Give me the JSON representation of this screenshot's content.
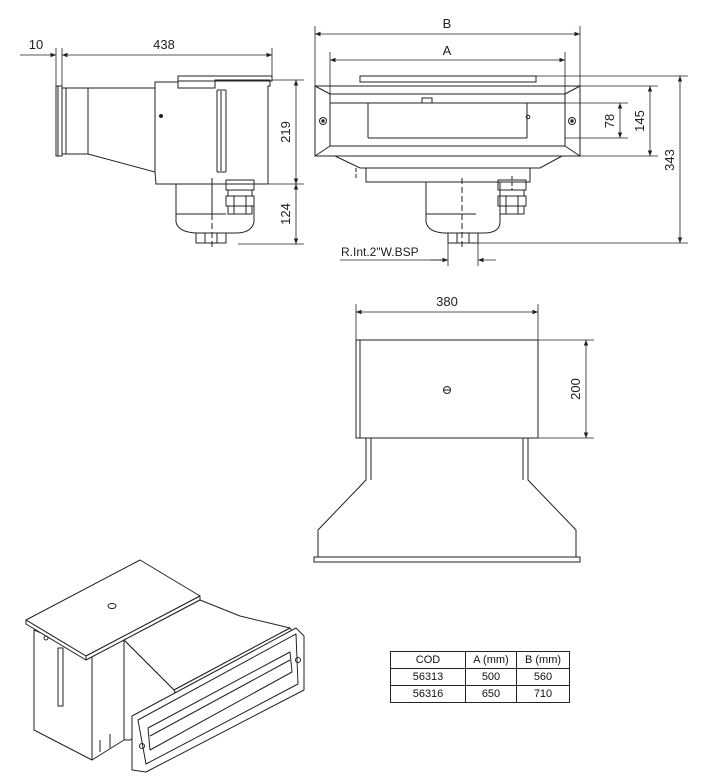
{
  "side_view": {
    "dims": {
      "flange": "10",
      "length": "438",
      "height_upper": "219",
      "height_lower": "124"
    }
  },
  "front_view": {
    "dims": {
      "outer": "B",
      "inner": "A",
      "mouth": "78",
      "face": "145",
      "total": "343"
    },
    "thread_label": "R.Int.2\"W.BSP"
  },
  "top_view": {
    "dims": {
      "width": "380",
      "depth": "200"
    }
  },
  "spec_table": {
    "headers": [
      "COD",
      "A (mm)",
      "B (mm)"
    ],
    "rows": [
      [
        "56313",
        "500",
        "560"
      ],
      [
        "56316",
        "650",
        "710"
      ]
    ]
  }
}
